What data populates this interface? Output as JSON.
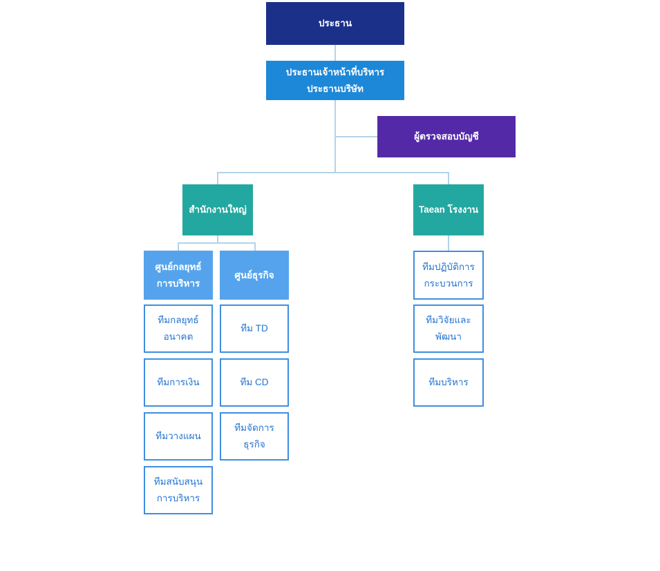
{
  "org_chart": {
    "colors": {
      "navy": "#1b3189",
      "blue": "#1e88d8",
      "purple": "#5429a8",
      "teal": "#22a8a0",
      "light_blue": "#55a3ec",
      "team_border": "#3e8ee0",
      "team_text": "#2173d2",
      "connector": "#b3d2e8"
    },
    "nodes": {
      "chairman": {
        "label": "ประธาน"
      },
      "ceo": {
        "label": "ประธานเจ้าหน้าที่บริหาร\nประธานบริษัท"
      },
      "auditor": {
        "label": "ผู้ตรวจสอบบัญชี"
      },
      "head_office": {
        "label": "สำนักงานใหญ่"
      },
      "taean_factory": {
        "label": "Taean โรงงาน"
      },
      "strategy_center": {
        "label": "ศูนย์กลยุทธ์\nการบริหาร"
      },
      "business_center": {
        "label": "ศูนย์ธุรกิจ"
      },
      "future_strategy_team": {
        "label": "ทีมกลยุทธ์\nอนาคต"
      },
      "finance_team": {
        "label": "ทีมการเงิน"
      },
      "planning_team": {
        "label": "ทีมวางแผน"
      },
      "management_support_team": {
        "label": "ทีมสนับสนุน\nการบริหาร"
      },
      "td_team": {
        "label": "ทีม TD"
      },
      "cd_team": {
        "label": "ทีม CD"
      },
      "business_management_team": {
        "label": "ทีมจัดการ\nธุรกิจ"
      },
      "process_operation_team": {
        "label": "ทีมปฏิบัติการ\nกระบวนการ"
      },
      "rnd_team": {
        "label": "ทีมวิจัยและ\nพัฒนา"
      },
      "administration_team": {
        "label": "ทีมบริหาร"
      }
    }
  }
}
